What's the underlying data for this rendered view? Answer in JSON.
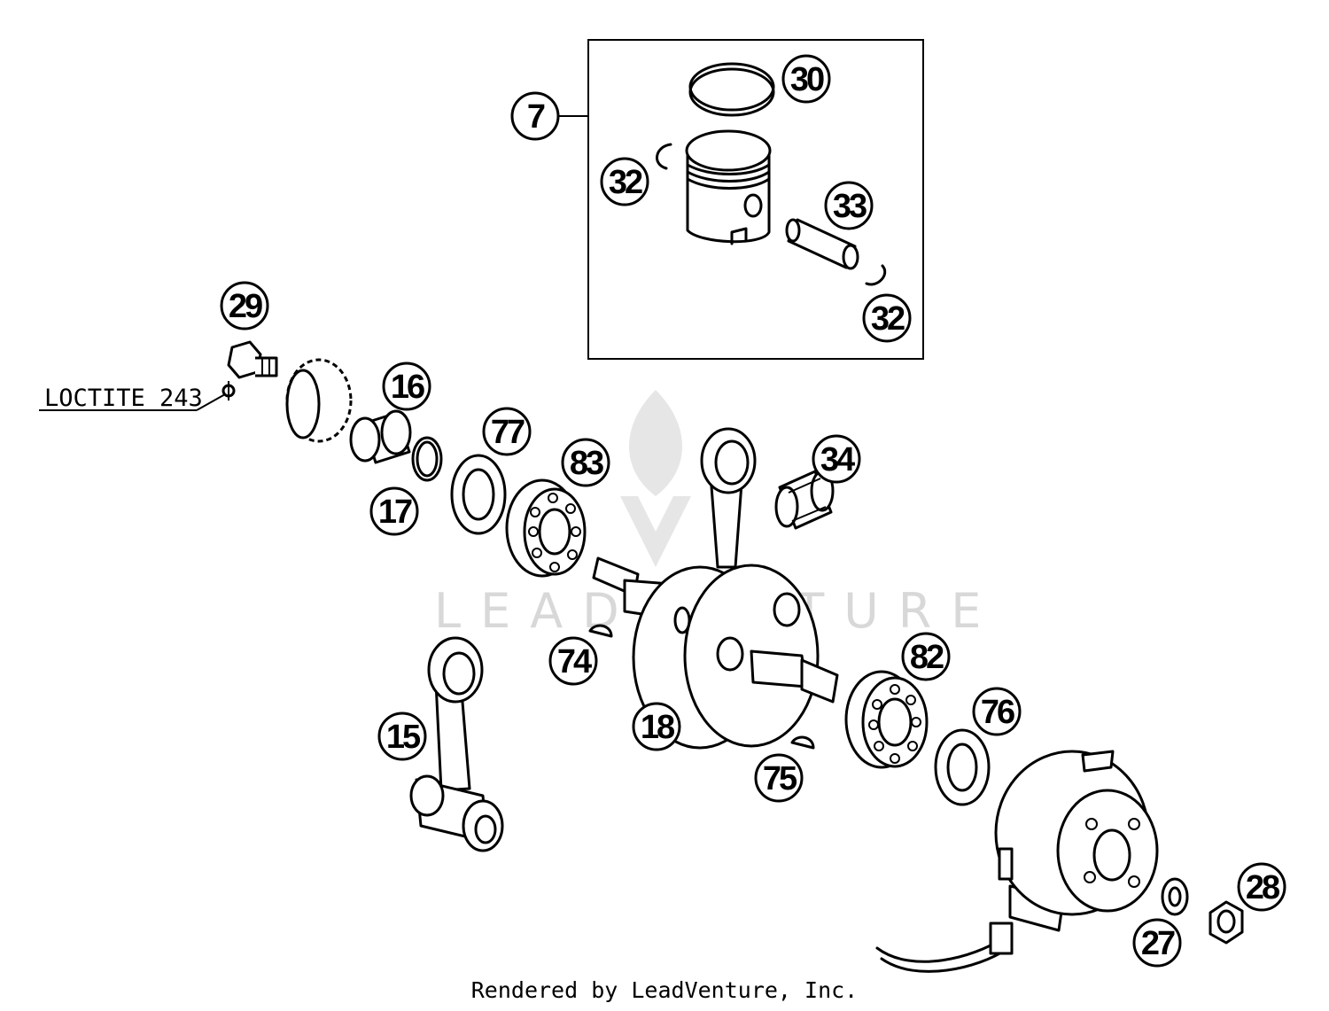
{
  "callouts": [
    {
      "id": "c7",
      "label": "7"
    },
    {
      "id": "c30",
      "label": "30"
    },
    {
      "id": "c32a",
      "label": "32"
    },
    {
      "id": "c33",
      "label": "33"
    },
    {
      "id": "c32b",
      "label": "32"
    },
    {
      "id": "c29",
      "label": "29"
    },
    {
      "id": "c16",
      "label": "16"
    },
    {
      "id": "c77",
      "label": "77"
    },
    {
      "id": "c17",
      "label": "17"
    },
    {
      "id": "c83",
      "label": "83"
    },
    {
      "id": "c34",
      "label": "34"
    },
    {
      "id": "c74",
      "label": "74"
    },
    {
      "id": "c82",
      "label": "82"
    },
    {
      "id": "c15",
      "label": "15"
    },
    {
      "id": "c18",
      "label": "18"
    },
    {
      "id": "c76",
      "label": "76"
    },
    {
      "id": "c75",
      "label": "75"
    },
    {
      "id": "c28",
      "label": "28"
    },
    {
      "id": "c27",
      "label": "27"
    }
  ],
  "note": {
    "text": "LOCTITE 243"
  },
  "watermark": {
    "text": "LEADVENTURE"
  },
  "footer": {
    "credit": "Rendered by LeadVenture, Inc."
  }
}
